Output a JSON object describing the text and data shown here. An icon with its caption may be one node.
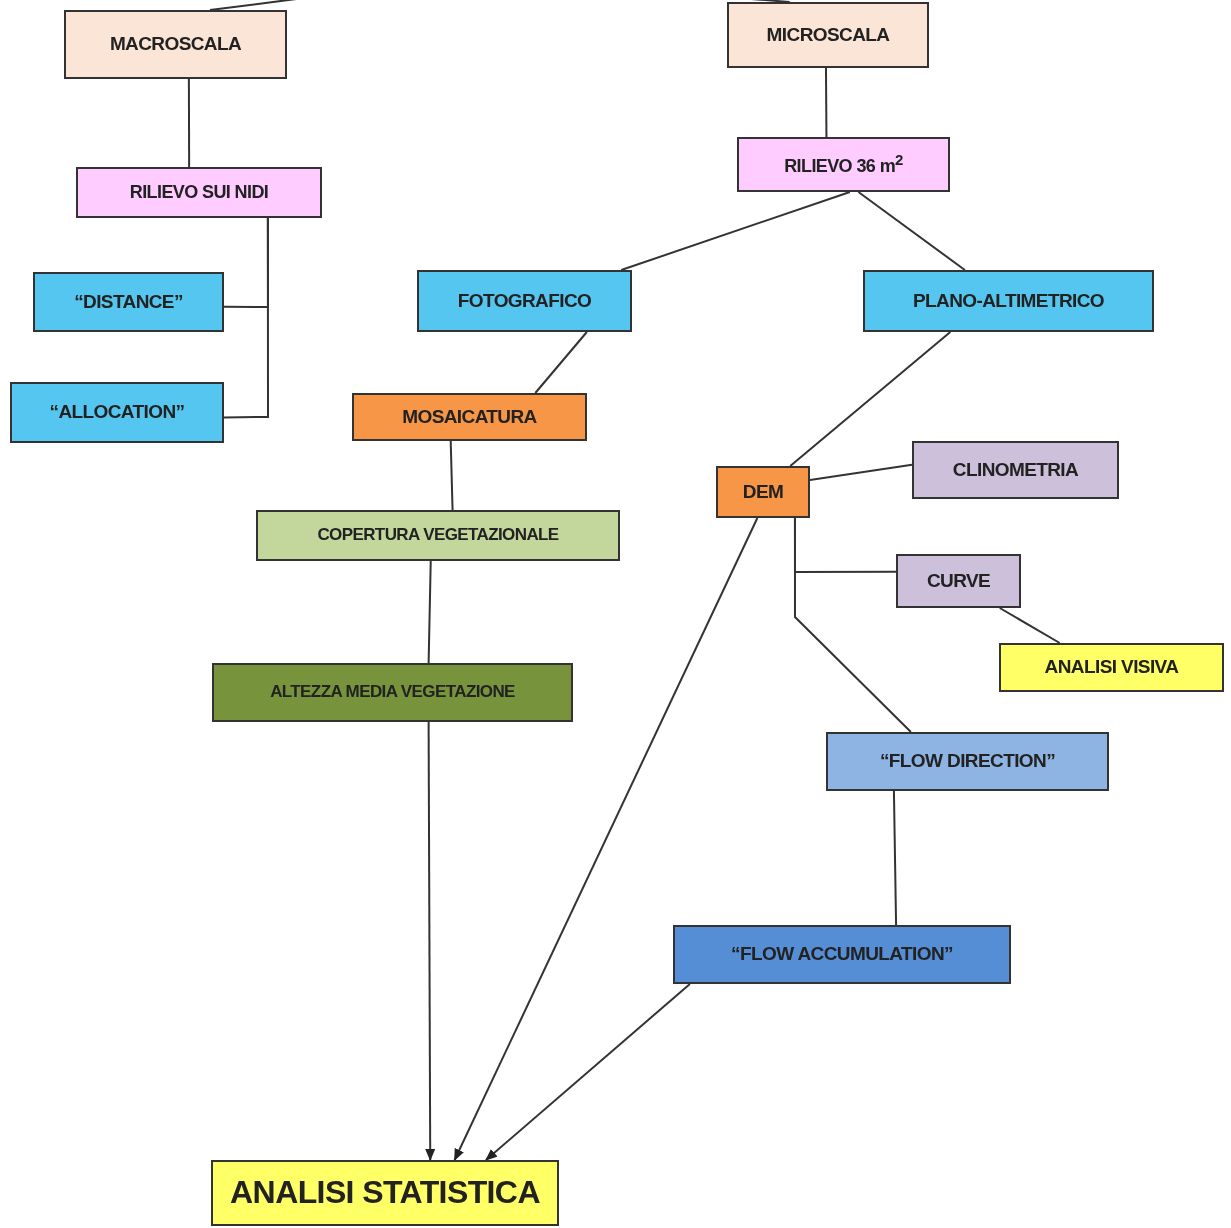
{
  "diagram": {
    "nodes": [
      {
        "text": [
          "MACROSCALA"
        ]
      },
      {
        "text": [
          "MICROSCALA"
        ]
      },
      {
        "text": [
          "RILIEVO SUI NIDI"
        ]
      },
      {
        "text": [
          "RILIEVO 36 m$^{2}$"
        ]
      },
      {
        "text": [
          "“DISTANCE”"
        ]
      },
      {
        "text": [
          "“ALLOCATION”"
        ]
      },
      {
        "text": [
          "FOTOGRAFICO"
        ]
      },
      {
        "text": [
          "PLANO-ALTIMETRICO"
        ]
      },
      {
        "text": [
          "MOSAICATURA"
        ]
      },
      {
        "text": [
          "DEM"
        ]
      },
      {
        "text": [
          "CLINOMETRIA"
        ]
      },
      {
        "text": [
          "COPERTURA VEGETAZIONALE"
        ]
      },
      {
        "text": [
          "CURVE"
        ]
      },
      {
        "text": [
          "ANALISI VISIVA"
        ]
      },
      {
        "text": [
          "ALTEZZA MEDIA VEGETAZIONE"
        ]
      },
      {
        "text": [
          "“FLOW DIRECTION”"
        ]
      },
      {
        "text": [
          "“FLOW ACCUMULATION”"
        ]
      },
      {
        "text": [
          "ANALISI STATISTICA"
        ]
      }
    ],
    "edges": [
      {
        "from": null,
        "to": 0,
        "arrow": "none"
      },
      {
        "from": null,
        "to": 1,
        "arrow": "none"
      },
      {
        "from": 0,
        "to": 2,
        "arrow": "none"
      },
      {
        "from": 2,
        "to": 4,
        "arrow": "none"
      },
      {
        "from": 2,
        "to": 5,
        "arrow": "none"
      },
      {
        "from": 1,
        "to": 3,
        "arrow": "none"
      },
      {
        "from": 3,
        "to": 6,
        "arrow": "none"
      },
      {
        "from": 3,
        "to": 7,
        "arrow": "none"
      },
      {
        "from": 6,
        "to": 8,
        "arrow": "none"
      },
      {
        "from": 7,
        "to": 9,
        "arrow": "none"
      },
      {
        "from": 9,
        "to": 10,
        "arrow": "none"
      },
      {
        "from": 9,
        "to": 12,
        "arrow": "none"
      },
      {
        "from": 9,
        "to": 15,
        "arrow": "none"
      },
      {
        "from": 12,
        "to": 13,
        "arrow": "none"
      },
      {
        "from": 8,
        "to": 11,
        "arrow": "none"
      },
      {
        "from": 11,
        "to": 14,
        "arrow": "none"
      },
      {
        "from": 14,
        "to": 17,
        "arrow": "to"
      },
      {
        "from": 9,
        "to": 17,
        "arrow": "to"
      },
      {
        "from": 16,
        "to": 17,
        "arrow": "to"
      },
      {
        "from": 15,
        "to": 16,
        "arrow": "none"
      }
    ]
  }
}
